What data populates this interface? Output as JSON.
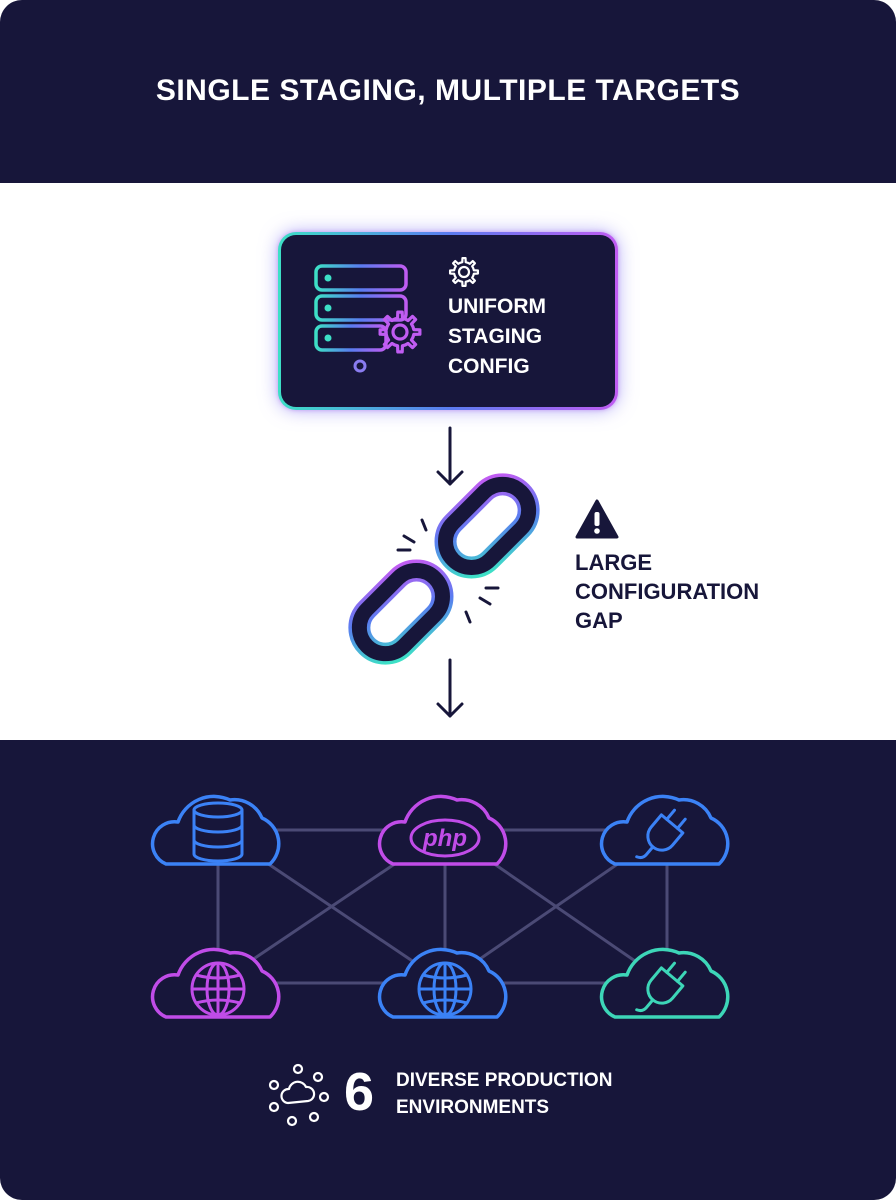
{
  "title": "SINGLE STAGING, MULTIPLE TARGETS",
  "staging": {
    "lines": [
      "UNIFORM",
      "STAGING",
      "CONFIG"
    ],
    "icons": [
      "server-stack-icon",
      "gear-icon",
      "small-gear-icon"
    ]
  },
  "gap": {
    "lines": [
      "LARGE",
      "CONFIGURATION",
      "GAP"
    ],
    "icons": [
      "warning-triangle-icon",
      "broken-chain-link-icon"
    ]
  },
  "environments": {
    "count": "6",
    "lines": [
      "DIVERSE PRODUCTION",
      "ENVIRONMENTS"
    ],
    "nodes": [
      {
        "icon": "database-cloud-icon",
        "color": "#3b82f6"
      },
      {
        "icon": "php-cloud-icon",
        "text": "php",
        "color": "#c04ce8"
      },
      {
        "icon": "plug-cloud-icon",
        "color": "#3b82f6"
      },
      {
        "icon": "globe-cloud-icon",
        "color": "#c04ce8"
      },
      {
        "icon": "globe-cloud-icon",
        "color": "#3b82f6"
      },
      {
        "icon": "plug-cloud-icon",
        "color": "#3dd6b8"
      }
    ]
  },
  "colors": {
    "navy": "#17163a",
    "teal": "#3de0c6",
    "blue": "#3b82f6",
    "purple": "#c04ce8",
    "edge": "#4b4a75"
  }
}
